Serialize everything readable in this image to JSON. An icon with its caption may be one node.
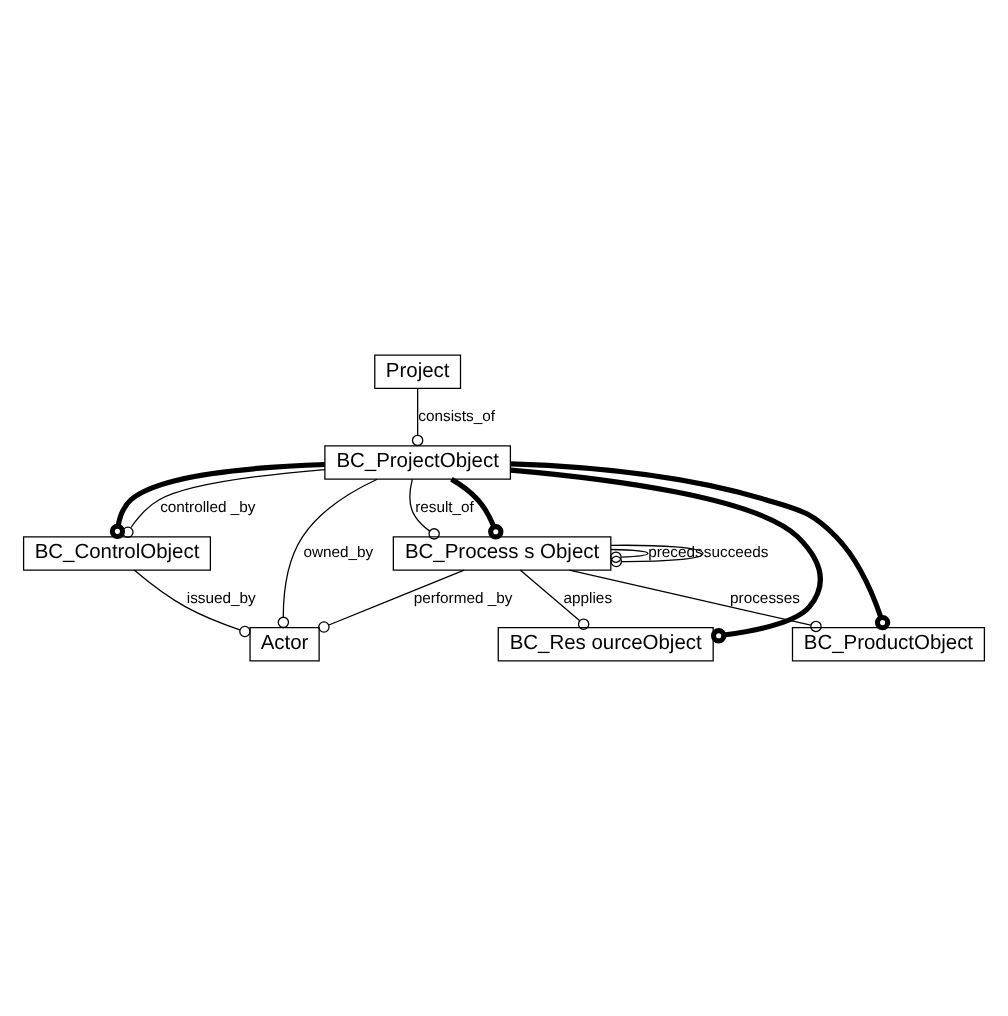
{
  "diagram": {
    "nodes": [
      {
        "text": [
          "BC_ProjectObject"
        ]
      },
      {
        "text": [
          "Project"
        ]
      },
      {
        "text": [
          "Actor"
        ]
      },
      {
        "text": [
          "BC_Process s Object"
        ]
      },
      {
        "text": [
          "BC_ProductObject"
        ]
      },
      {
        "text": [
          "BC_Res ourceObject"
        ]
      },
      {
        "text": [
          "BC_ControlObject"
        ]
      }
    ],
    "edges": [
      {
        "from": 1,
        "to": 0,
        "arrow": "other",
        "label": "consists_of"
      },
      {
        "from": 0,
        "to": 2,
        "arrow": "other",
        "label": "owned_by"
      },
      {
        "from": 0,
        "to": 3,
        "arrow": "other",
        "label": "result_of"
      },
      {
        "from": 3,
        "to": 3,
        "arrow": "other",
        "label": "preceds"
      },
      {
        "from": 3,
        "to": 3,
        "arrow": "other",
        "label": "succeeds"
      },
      {
        "from": 3,
        "to": 2,
        "arrow": "other",
        "label": "performed _by"
      },
      {
        "from": 3,
        "to": 4,
        "arrow": "other",
        "label": "processes"
      },
      {
        "from": 3,
        "to": 5,
        "arrow": "other",
        "label": "applies"
      },
      {
        "from": 0,
        "to": 6,
        "arrow": "other",
        "label": "controlled _by"
      },
      {
        "from": 6,
        "to": 2,
        "arrow": "other",
        "label": "issued_by"
      },
      {
        "from": 0,
        "to": 3,
        "arrow": "other",
        "style": "thick"
      },
      {
        "from": 0,
        "to": 4,
        "arrow": "other",
        "style": "thick"
      },
      {
        "from": 0,
        "to": 5,
        "arrow": "other",
        "style": "thick"
      },
      {
        "from": 0,
        "to": 6,
        "arrow": "other",
        "style": "thick"
      }
    ]
  }
}
